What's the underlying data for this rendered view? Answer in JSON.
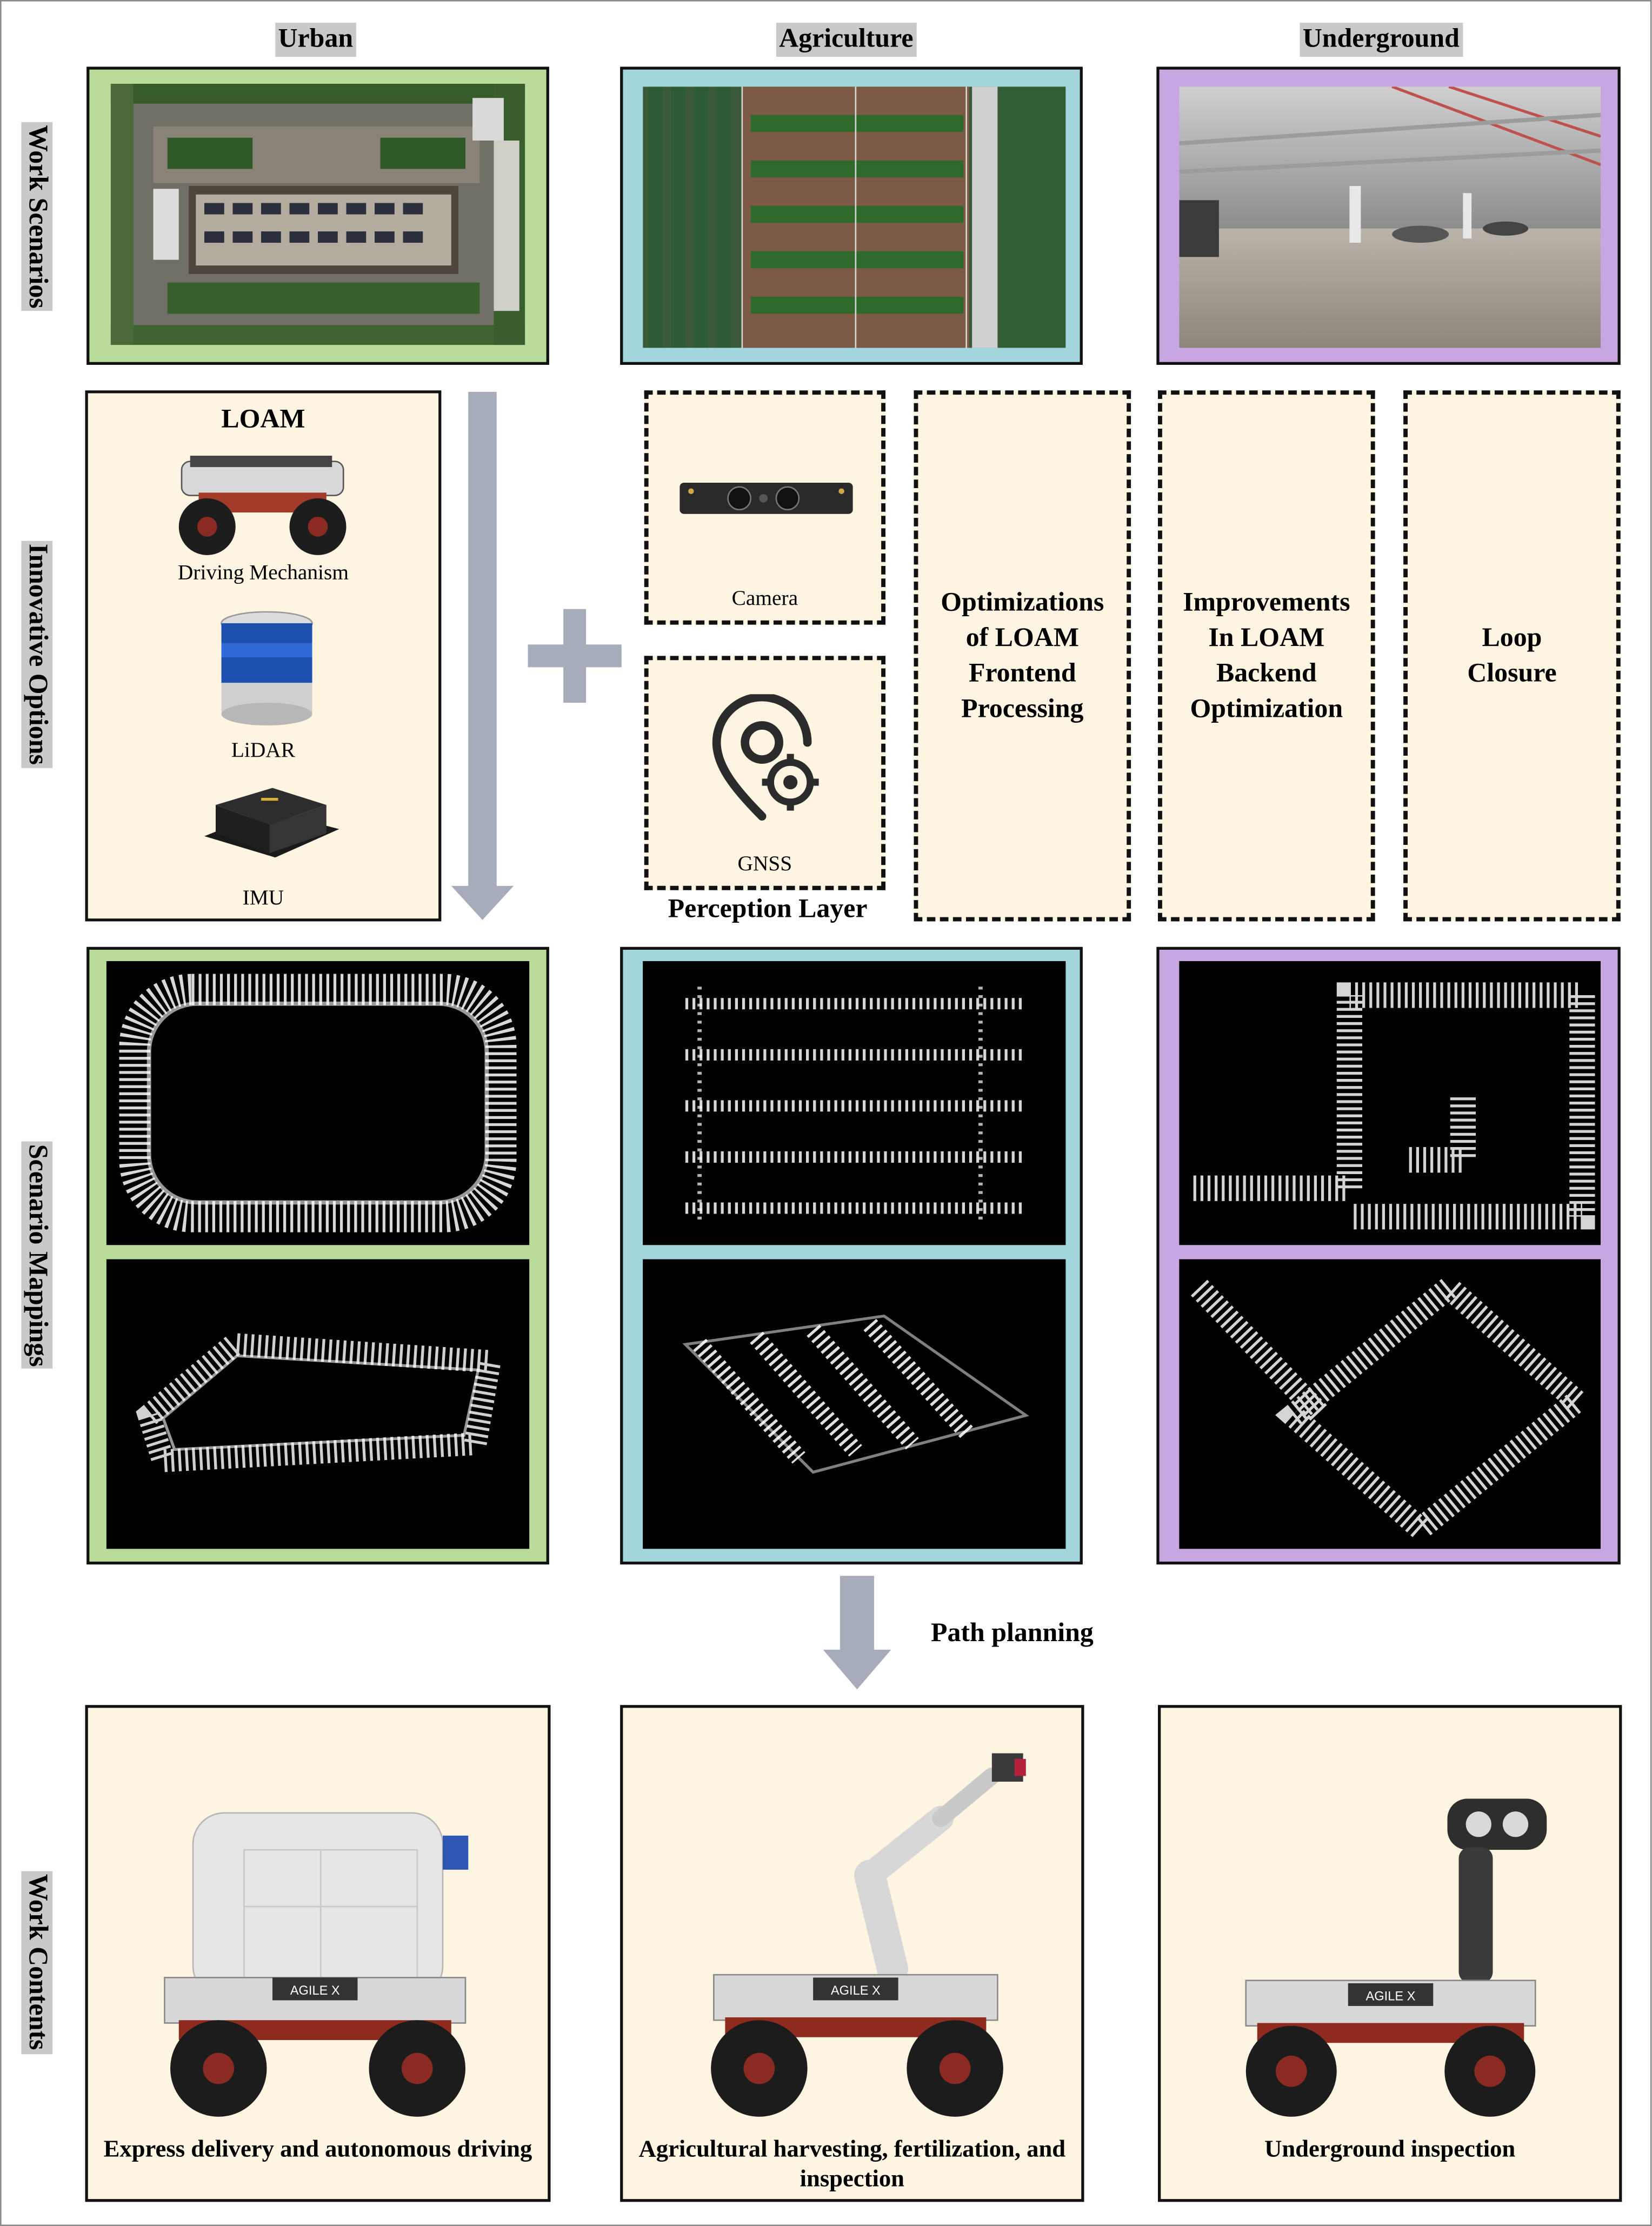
{
  "columns": {
    "urban": "Urban",
    "agriculture": "Agriculture",
    "underground": "Underground"
  },
  "rows": {
    "work_scenarios": "Work Scenarios",
    "innovative_options": "Innovative Options",
    "scenario_mappings": "Scenario Mappings",
    "work_contents": "Work Contents"
  },
  "loam": {
    "title": "LOAM",
    "driving_mechanism": "Driving Mechanism",
    "lidar": "LiDAR",
    "imu": "IMU"
  },
  "perception": {
    "camera": "Camera",
    "gnss": "GNSS",
    "layer_label": "Perception Layer"
  },
  "options": {
    "frontend": "Optimizations of LOAM Frontend Processing",
    "backend": "Improvements In LOAM Backend Optimization",
    "loop": "Loop Closure"
  },
  "path_planning": "Path planning",
  "work_contents": {
    "urban": "Express delivery and autonomous driving",
    "agriculture": "Agricultural harvesting, fertilization, and inspection",
    "underground": "Underground inspection"
  },
  "robot_brand": "AGILE X",
  "colors": {
    "urban_frame": "#b9dc9b",
    "agriculture_frame": "#a3d6dc",
    "underground_frame": "#c7a6e1",
    "box_fill": "#fdf5e2",
    "arrow": "#a7acba"
  }
}
